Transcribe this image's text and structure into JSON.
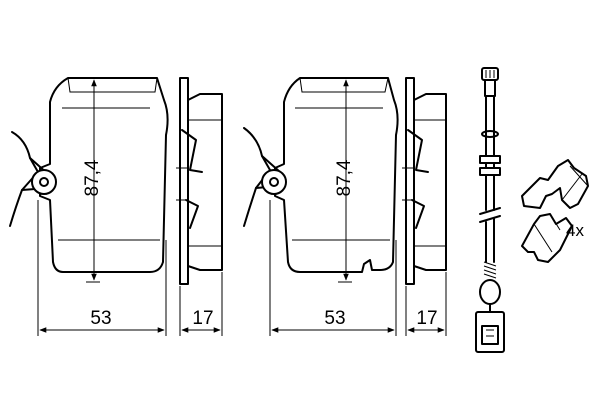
{
  "labels": {
    "pad_width": "53",
    "pad_height": "87,4",
    "pad_thickness": "17",
    "clip_quantity": "4x"
  },
  "colors": {
    "line": "#000000",
    "background": "#ffffff"
  }
}
